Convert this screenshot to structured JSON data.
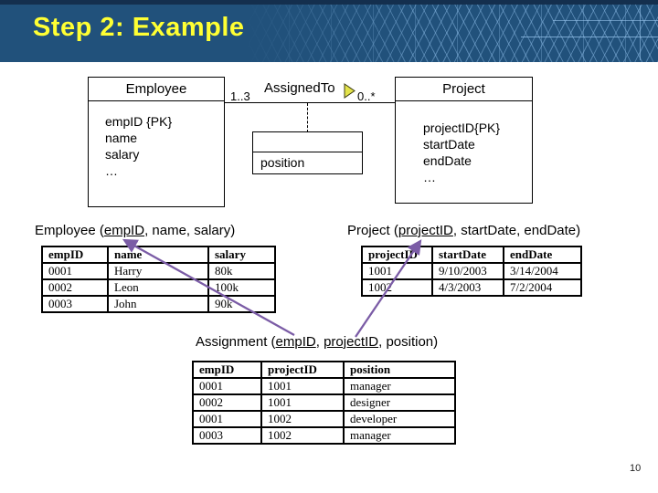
{
  "slide": {
    "title": "Step 2: Example",
    "page_number": "10",
    "colors": {
      "header_bg": "#21517b",
      "title_text": "#ffff33",
      "fk_arrow": "#7b5ca6",
      "triangle_fill": "#e3e34a"
    },
    "icons": {
      "association_direction": "right-triangle-icon"
    }
  },
  "diagram": {
    "employee_class": {
      "title": "Employee",
      "attributes": [
        "empID {PK}",
        "name",
        "salary",
        "…"
      ]
    },
    "project_class": {
      "title": "Project",
      "attributes": [
        "projectID{PK}",
        "startDate",
        "endDate",
        "…"
      ]
    },
    "association": {
      "name": "AssignedTo",
      "left_multiplicity": "1..3",
      "right_multiplicity": "0..*"
    },
    "association_class": {
      "attribute": "position"
    }
  },
  "relations": {
    "employee": {
      "prefix": "Employee (",
      "key": "empID",
      "suffix": ", name, salary)"
    },
    "project": {
      "prefix": "Project (",
      "key": "projectID",
      "suffix": ", startDate, endDate)"
    },
    "assignment": {
      "prefix": "Assignment (",
      "key1": "empID",
      "separator": ", ",
      "key2": "projectID",
      "suffix": ", position)"
    }
  },
  "tables": {
    "employee": {
      "headers": [
        "empID",
        "name",
        "salary"
      ],
      "rows": [
        [
          "0001",
          "Harry",
          "80k"
        ],
        [
          "0002",
          "Leon",
          "100k"
        ],
        [
          "0003",
          "John",
          "90k"
        ]
      ]
    },
    "project": {
      "headers": [
        "projectID",
        "startDate",
        "endDate"
      ],
      "rows": [
        [
          "1001",
          "9/10/2003",
          "3/14/2004"
        ],
        [
          "1002",
          "4/3/2003",
          "7/2/2004"
        ]
      ]
    },
    "assignment": {
      "headers": [
        "empID",
        "projectID",
        "position"
      ],
      "rows": [
        [
          "0001",
          "1001",
          "manager"
        ],
        [
          "0002",
          "1001",
          "designer"
        ],
        [
          "0001",
          "1002",
          "developer"
        ],
        [
          "0003",
          "1002",
          "manager"
        ]
      ]
    }
  }
}
